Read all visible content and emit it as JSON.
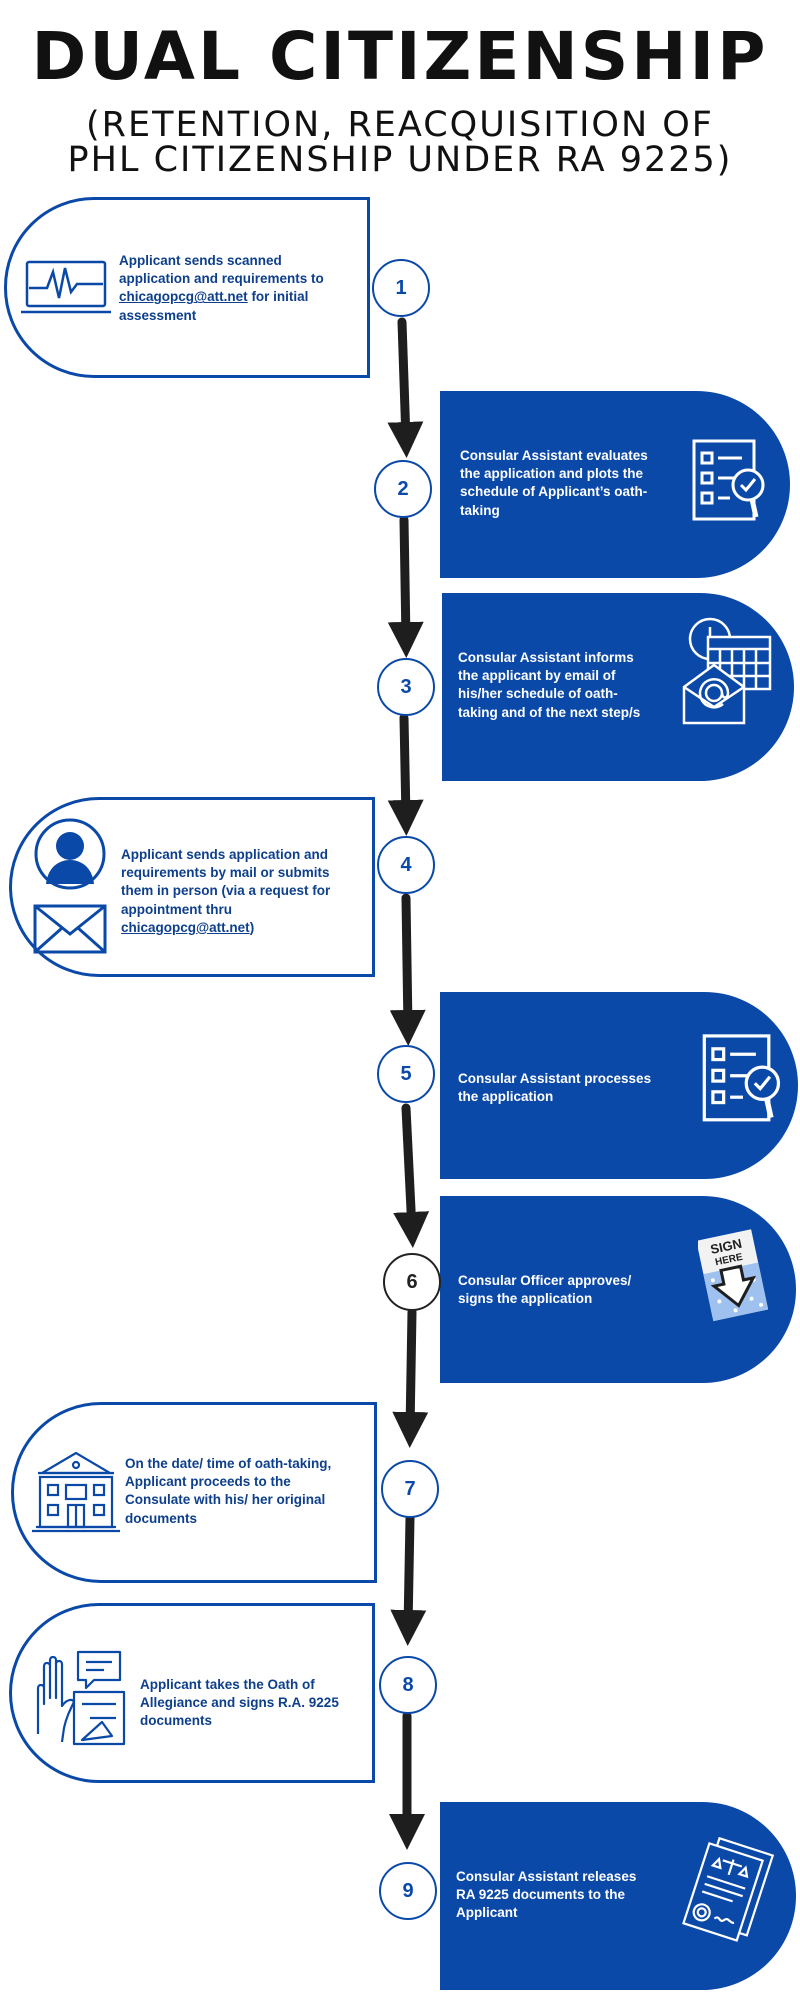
{
  "header": {
    "title": "DUAL CITIZENSHIP",
    "subtitle_line1": "(RETENTION, REACQUISITION OF",
    "subtitle_line2": "PHL CITIZENSHIP UNDER RA 9225)"
  },
  "steps": [
    {
      "number": "1",
      "lines": [
        "Applicant sends scanned",
        "application and  requirements to"
      ],
      "link": "chicagopcg@att.net",
      "link_suffix": " for initial",
      "last_line": "assessment",
      "icon": "monitor-pulse-icon"
    },
    {
      "number": "2",
      "lines": [
        "Consular Assistant evaluates",
        "the application and plots the",
        "schedule of Applicant’s oath-",
        "taking"
      ],
      "icon": "checklist-magnifier-icon"
    },
    {
      "number": "3",
      "lines": [
        "Consular Assistant informs",
        "the applicant by email of",
        "his/her schedule of oath-",
        "taking and of the next step/s"
      ],
      "icon": "calendar-email-icon"
    },
    {
      "number": "4",
      "lines": [
        "Applicant sends application and",
        "requirements by mail or submits",
        "them in person (via a request for",
        "appointment thru"
      ],
      "link": "chicagopcg@att.net",
      "link_suffix": ")",
      "icon": "person-mail-icon"
    },
    {
      "number": "5",
      "lines": [
        "Consular Assistant processes",
        "the application"
      ],
      "icon": "checklist-magnifier-icon"
    },
    {
      "number": "6",
      "lines": [
        "Consular Officer approves/",
        "signs the application"
      ],
      "icon": "sign-here-icon",
      "icon_text_1": "SIGN",
      "icon_text_2": "HERE"
    },
    {
      "number": "7",
      "lines": [
        "On the date/ time of oath-taking,",
        "Applicant proceeds to the",
        "Consulate with his/ her original",
        "documents"
      ],
      "icon": "building-icon"
    },
    {
      "number": "8",
      "lines": [
        "Applicant takes the Oath of",
        "Allegiance and signs R.A. 9225",
        "documents"
      ],
      "icon": "raised-hand-icon"
    },
    {
      "number": "9",
      "lines": [
        "Consular Assistant releases",
        "RA 9225 documents to the",
        "Applicant"
      ],
      "icon": "legal-documents-icon"
    }
  ],
  "colors": {
    "primary_blue": "#0b49a8",
    "dark_text_blue": "#0d3f8c",
    "arrow": "#1e1e1e"
  }
}
